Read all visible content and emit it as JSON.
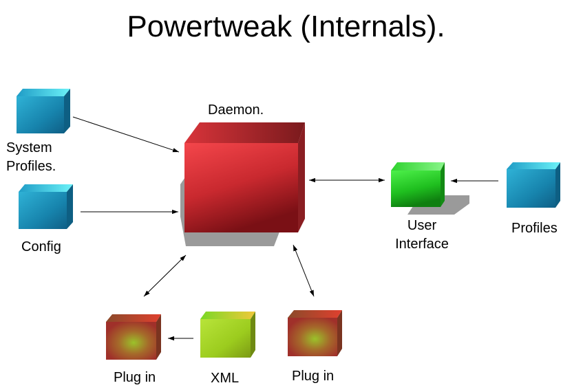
{
  "title": "Powertweak (Internals).",
  "nodes": {
    "daemon": "Daemon.",
    "system_profiles": [
      "System",
      "Profiles."
    ],
    "config": "Config",
    "user_interface": [
      "User",
      "Interface"
    ],
    "profiles": "Profiles",
    "plug_in_left": "Plug in",
    "xml": "XML",
    "plug_in_right": "Plug in"
  },
  "colors": {
    "daemon": "#e03a3e",
    "blue_cube": "#1a8fb8",
    "user_interface": "#22c922",
    "plug_in": "#9a6a25",
    "xml": "#a8d81e",
    "shadow": "#9a9a9a"
  }
}
